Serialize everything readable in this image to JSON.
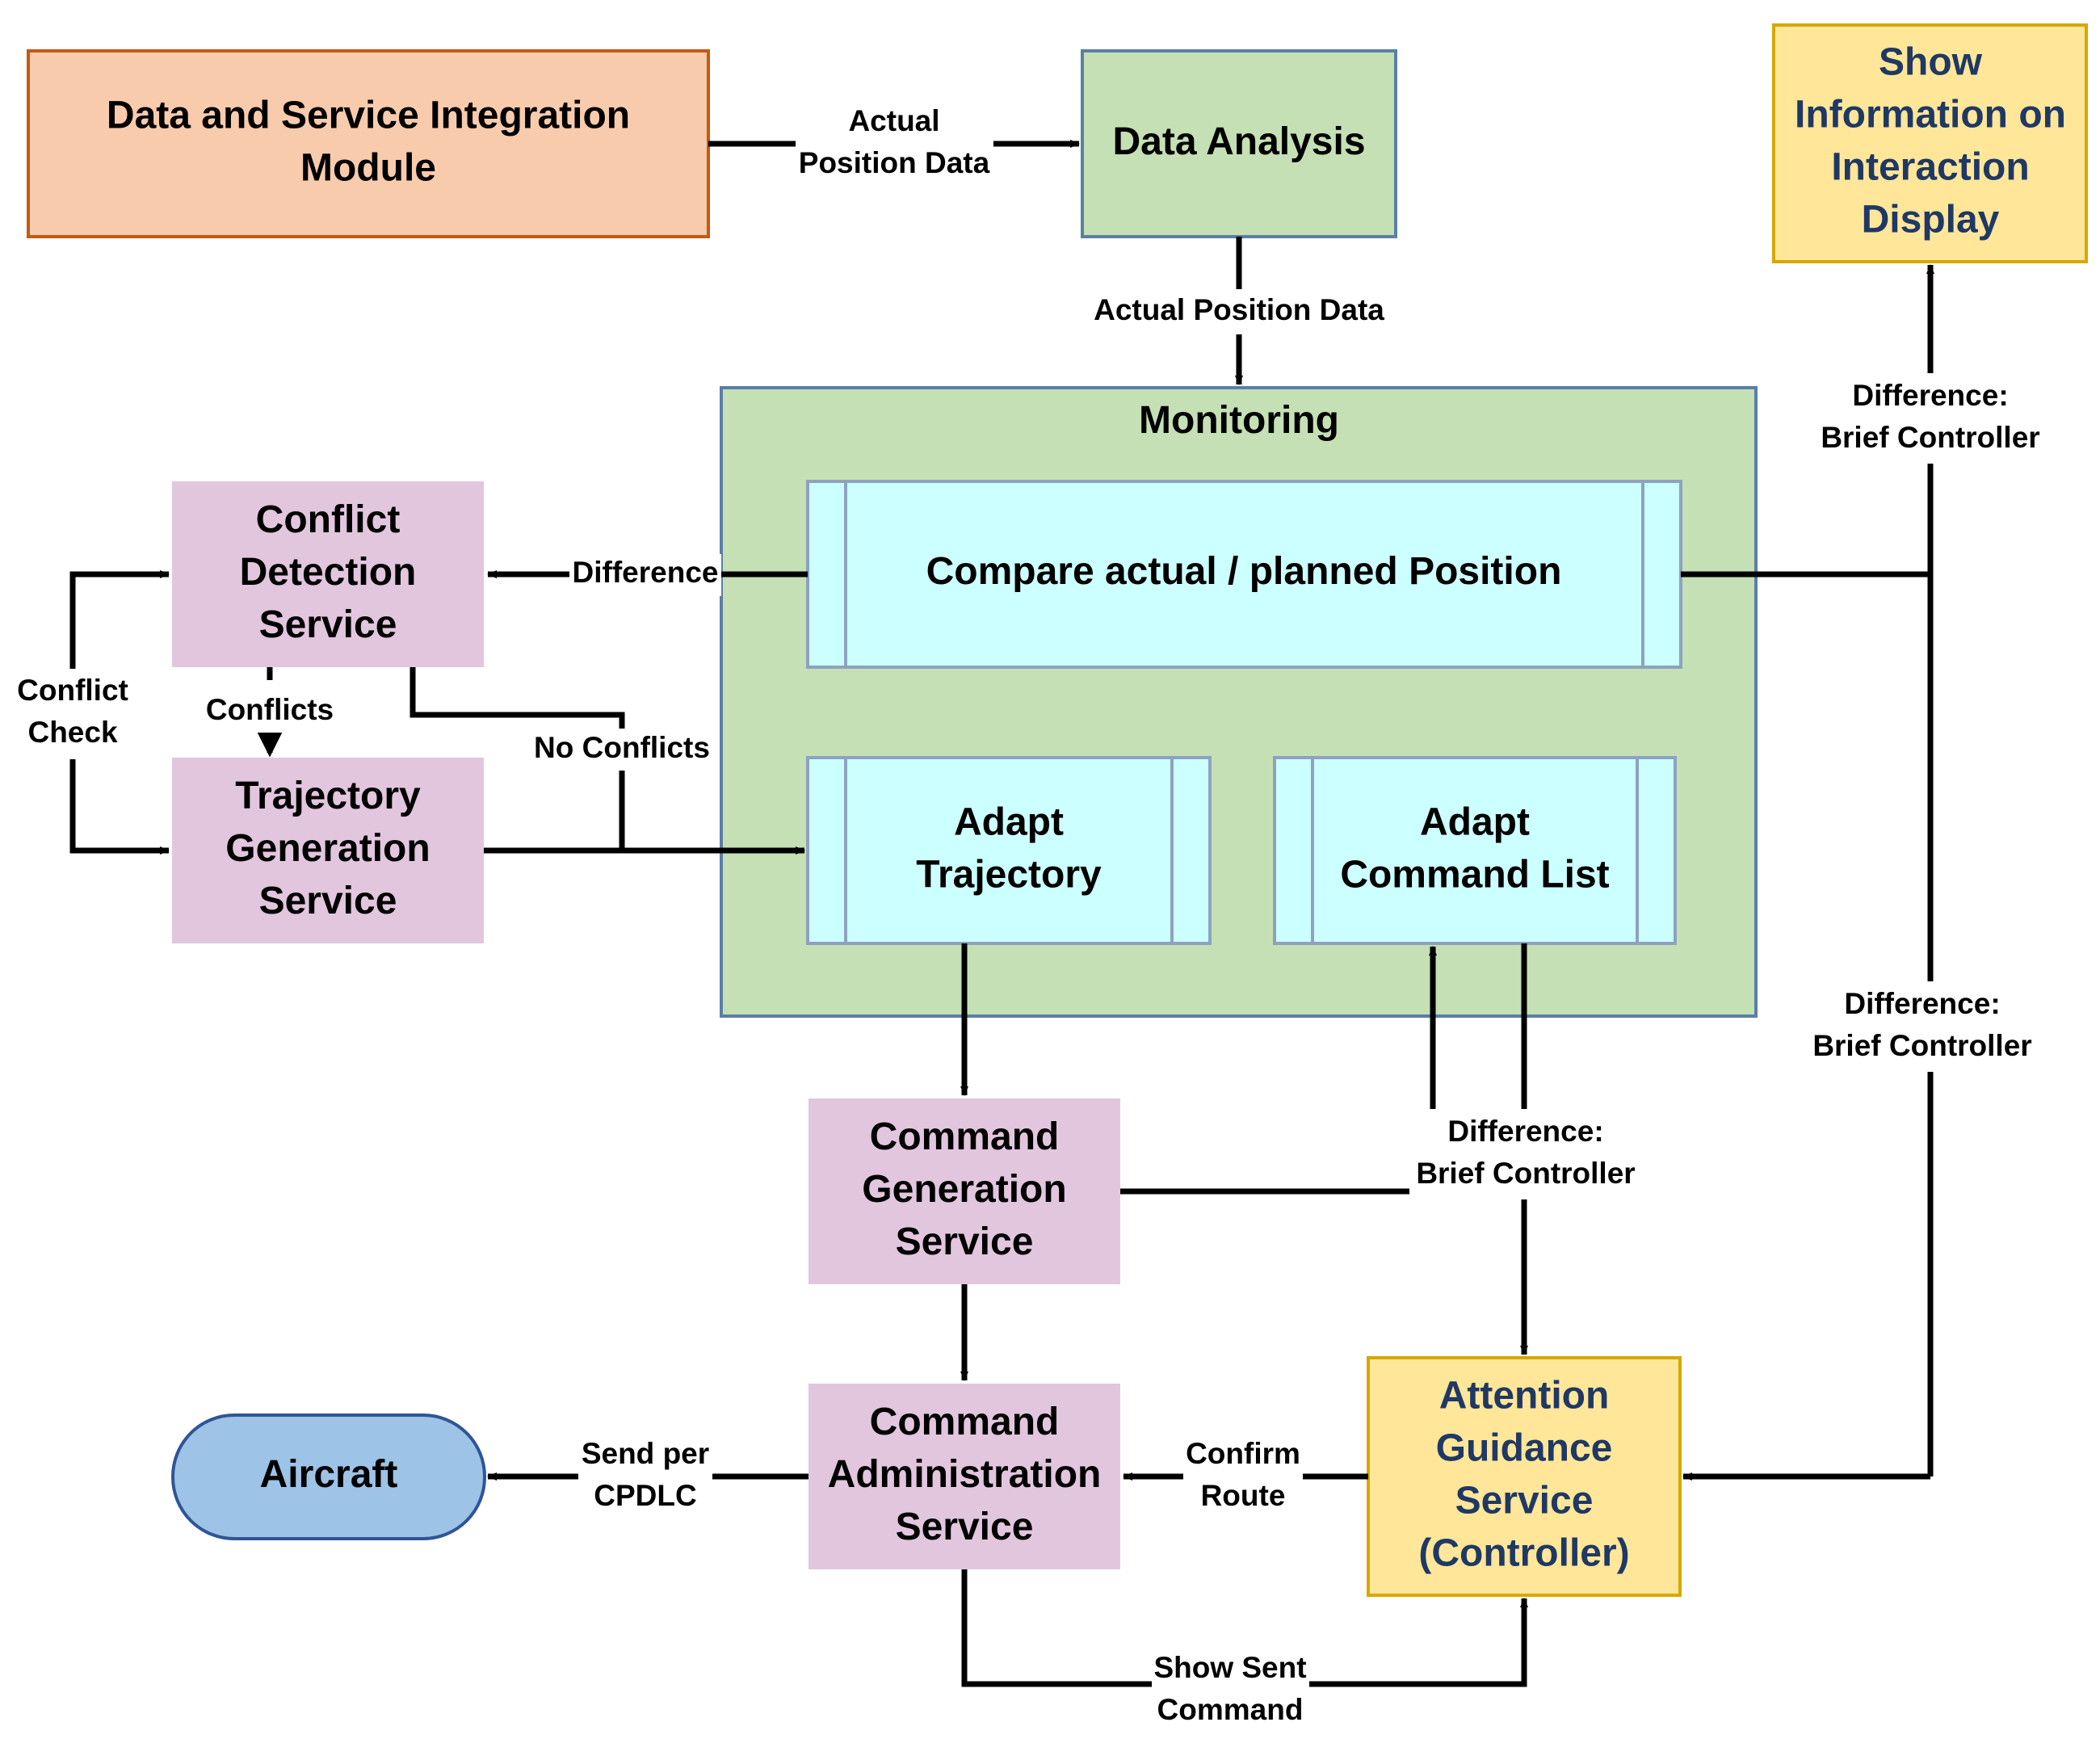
{
  "colors": {
    "orange_fill": "#f8cbad",
    "orange_stroke": "#c55a11",
    "green_fill": "#c5e0b4",
    "green_stroke": "#5b7fa6",
    "yellow_fill": "#ffe699",
    "yellow_stroke": "#d6a800",
    "purple_fill": "#e1c6de",
    "cyan_fill": "#ccffff",
    "cyan_stroke": "#8ea2c0",
    "blue_fill": "#9dc3e6",
    "blue_stroke": "#2f5597",
    "dark_text": "#000000",
    "navy_text": "#1f3864"
  },
  "nodes": {
    "dsim": [
      "Data and Service Integration",
      "Module"
    ],
    "data_analysis": [
      "Data Analysis"
    ],
    "show_info": [
      "Show",
      "Information on",
      "Interaction",
      "Display"
    ],
    "monitoring": [
      "Monitoring"
    ],
    "compare": [
      "Compare actual / planned Position"
    ],
    "adapt_traj": [
      "Adapt",
      "Trajectory"
    ],
    "adapt_cmd": [
      "Adapt",
      "Command List"
    ],
    "conflict_det": [
      "Conflict",
      "Detection",
      "Service"
    ],
    "traj_gen": [
      "Trajectory",
      "Generation",
      "Service"
    ],
    "cmd_gen": [
      "Command",
      "Generation",
      "Service"
    ],
    "cmd_admin": [
      "Command",
      "Administration",
      "Service"
    ],
    "aircraft": [
      "Aircraft"
    ],
    "attention": [
      "Attention",
      "Guidance",
      "Service",
      "(Controller)"
    ]
  },
  "edge_labels": {
    "actual_pos_1": [
      "Actual",
      "Position Data"
    ],
    "actual_pos_2": [
      "Actual Position Data"
    ],
    "difference_left": [
      "Difference"
    ],
    "diff_brief_top": [
      "Difference:",
      "Brief Controller"
    ],
    "diff_brief_right": [
      "Difference:",
      "Brief Controller"
    ],
    "diff_brief_mid": [
      "Difference:",
      "Brief Controller"
    ],
    "conflict_check": [
      "Conflict",
      "Check"
    ],
    "conflicts": [
      "Conflicts"
    ],
    "no_conflicts": [
      "No Conflicts"
    ],
    "send_cpdlc": [
      "Send per",
      "CPDLC"
    ],
    "confirm_route": [
      "Confirm",
      "Route"
    ],
    "show_sent": [
      "Show Sent",
      "Command"
    ]
  }
}
